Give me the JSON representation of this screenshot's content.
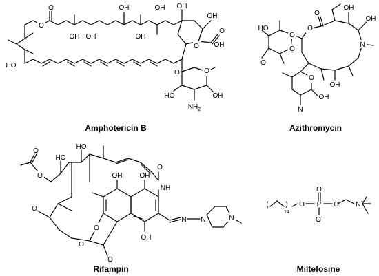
{
  "molecules": [
    {
      "id": "amphotericin",
      "name": "Amphotericin B"
    },
    {
      "id": "azithromycin",
      "name": "Azithromycin"
    },
    {
      "id": "rifampin",
      "name": "Rifampin"
    },
    {
      "id": "miltefosine",
      "name": "Miltefosine"
    }
  ],
  "atoms": {
    "o": "O",
    "oh": "OH",
    "ho": "HO",
    "n": "N",
    "nh": "NH",
    "nh2": "NH",
    "two": "2",
    "p": "P",
    "n_plus": "N",
    "plus": "+",
    "minus": "-",
    "fourteen": "14",
    "paren_l": "(",
    "paren_r": ")"
  }
}
